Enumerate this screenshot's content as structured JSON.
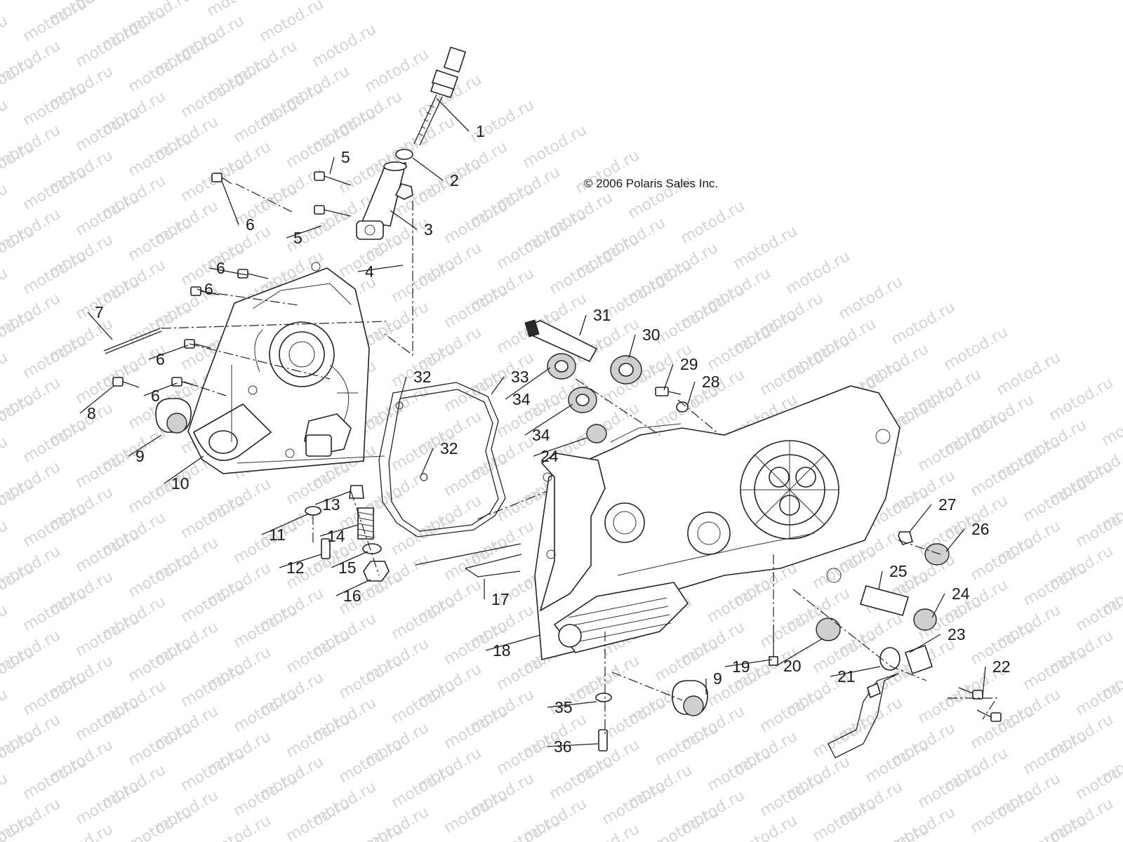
{
  "watermark": {
    "text": "motod.ru"
  },
  "copyright": "© 2006 Polaris Sales Inc.",
  "callouts": [
    "1",
    "2",
    "3",
    "4",
    "5",
    "5",
    "6",
    "6",
    "6",
    "6",
    "6",
    "7",
    "8",
    "9",
    "10",
    "11",
    "12",
    "13",
    "14",
    "15",
    "16",
    "17",
    "18",
    "19",
    "20",
    "21",
    "22",
    "23",
    "24",
    "24",
    "25",
    "26",
    "27",
    "28",
    "29",
    "30",
    "31",
    "32",
    "32",
    "33",
    "34",
    "34",
    "35",
    "36",
    "9"
  ]
}
